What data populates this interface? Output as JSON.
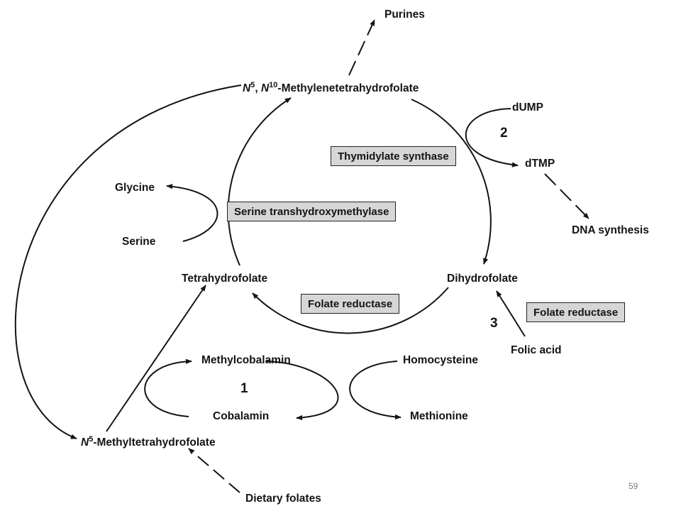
{
  "metabolites": {
    "purines": "Purines",
    "methylene_thf_prefix_n5": "N",
    "methylene_thf_sup5": "5",
    "methylene_thf_sep": ", ",
    "methylene_thf_prefix_n10": "N",
    "methylene_thf_sup10": "10",
    "methylene_thf_rest": "-Methylenetetrahydrofolate",
    "dump": "dUMP",
    "dtmp": "dTMP",
    "dna_synthesis": "DNA synthesis",
    "glycine": "Glycine",
    "serine": "Serine",
    "tetrahydrofolate": "Tetrahydrofolate",
    "dihydrofolate": "Dihydrofolate",
    "folic_acid": "Folic acid",
    "methylcobalamin": "Methylcobalamin",
    "cobalamin": "Cobalamin",
    "homocysteine": "Homocysteine",
    "methionine": "Methionine",
    "methyl_thf_prefix": "N",
    "methyl_thf_sup": "5",
    "methyl_thf_rest": "-Methyltetrahydrofolate",
    "dietary_folates": "Dietary folates"
  },
  "enzymes": {
    "thymidylate_synthase": "Thymidylate synthase",
    "serine_transhydroxymethylase": "Serine transhydroxymethylase",
    "folate_reductase_inner": "Folate reductase",
    "folate_reductase_outer": "Folate reductase"
  },
  "step_numbers": {
    "one": "1",
    "two": "2",
    "three": "3"
  },
  "page_number": "59"
}
